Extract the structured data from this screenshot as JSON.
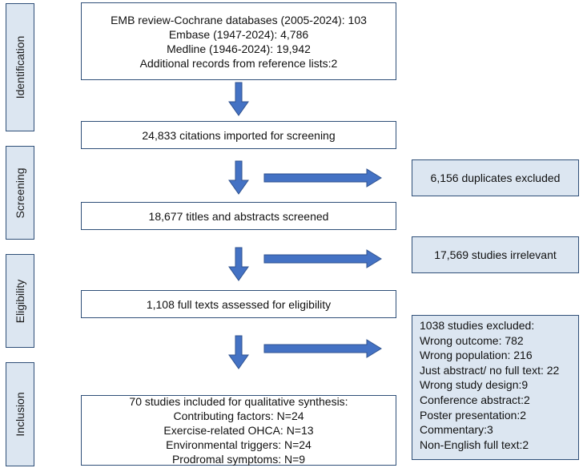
{
  "phases": {
    "identification": "Identification",
    "screening": "Screening",
    "eligibility": "Eligibility",
    "inclusion": "Inclusion"
  },
  "identification_box": {
    "lines": [
      "EMB review-Cochrane databases (2005-2024): 103",
      "Embase (1947-2024): 4,786",
      "Medline (1946-2024): 19,942",
      "Additional records from reference lists:2"
    ]
  },
  "imported_box": {
    "text": "24,833 citations imported for screening"
  },
  "screened_box": {
    "text": "18,677 titles and abstracts screened"
  },
  "fulltext_box": {
    "text": "1,108 full texts assessed for eligibility"
  },
  "included_box": {
    "lines": [
      "70 studies included for qualitative synthesis:",
      "Contributing factors: N=24",
      "Exercise-related OHCA: N=13",
      "Environmental triggers: N=24",
      "Prodromal symptoms: N=9"
    ]
  },
  "duplicates_box": {
    "text": "6,156 duplicates excluded"
  },
  "irrelevant_box": {
    "text": "17,569 studies irrelevant"
  },
  "excluded_box": {
    "lines": [
      "1038 studies excluded:",
      "Wrong outcome: 782",
      "Wrong population: 216",
      "Just abstract/ no full text: 22",
      "Wrong study design:9",
      "Conference abstract:2",
      "Poster presentation:2",
      "Commentary:3",
      "Non-English full text:2"
    ]
  },
  "colors": {
    "phase_fill": "#dce6f1",
    "border": "#2f4f78",
    "arrow": "#4472c4"
  }
}
